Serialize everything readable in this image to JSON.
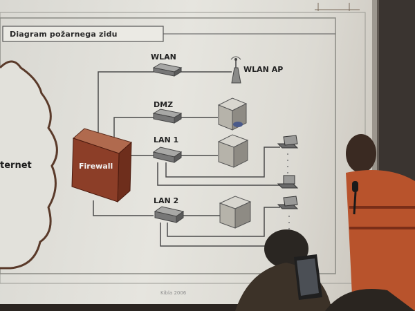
{
  "slide": {
    "title": "Diagram požarnega zidu",
    "internet_label": "ternet",
    "firewall_label": "Firewall",
    "nodes": {
      "wlan": "WLAN",
      "wlan_ap": "WLAN AP",
      "dmz": "DMZ",
      "lan1": "LAN 1",
      "lan2": "LAN 2"
    },
    "footer": "Kibla 2006"
  }
}
